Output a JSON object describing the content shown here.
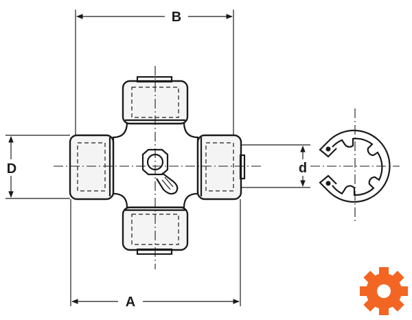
{
  "labels": {
    "A": "A",
    "B": "B",
    "D": "D",
    "d": "d"
  },
  "brand": {
    "logo_icon": "orange-gear-icon",
    "logo_color": "#f26522"
  },
  "colors": {
    "ink": "#1a1a1a",
    "background": "#ffffff"
  }
}
